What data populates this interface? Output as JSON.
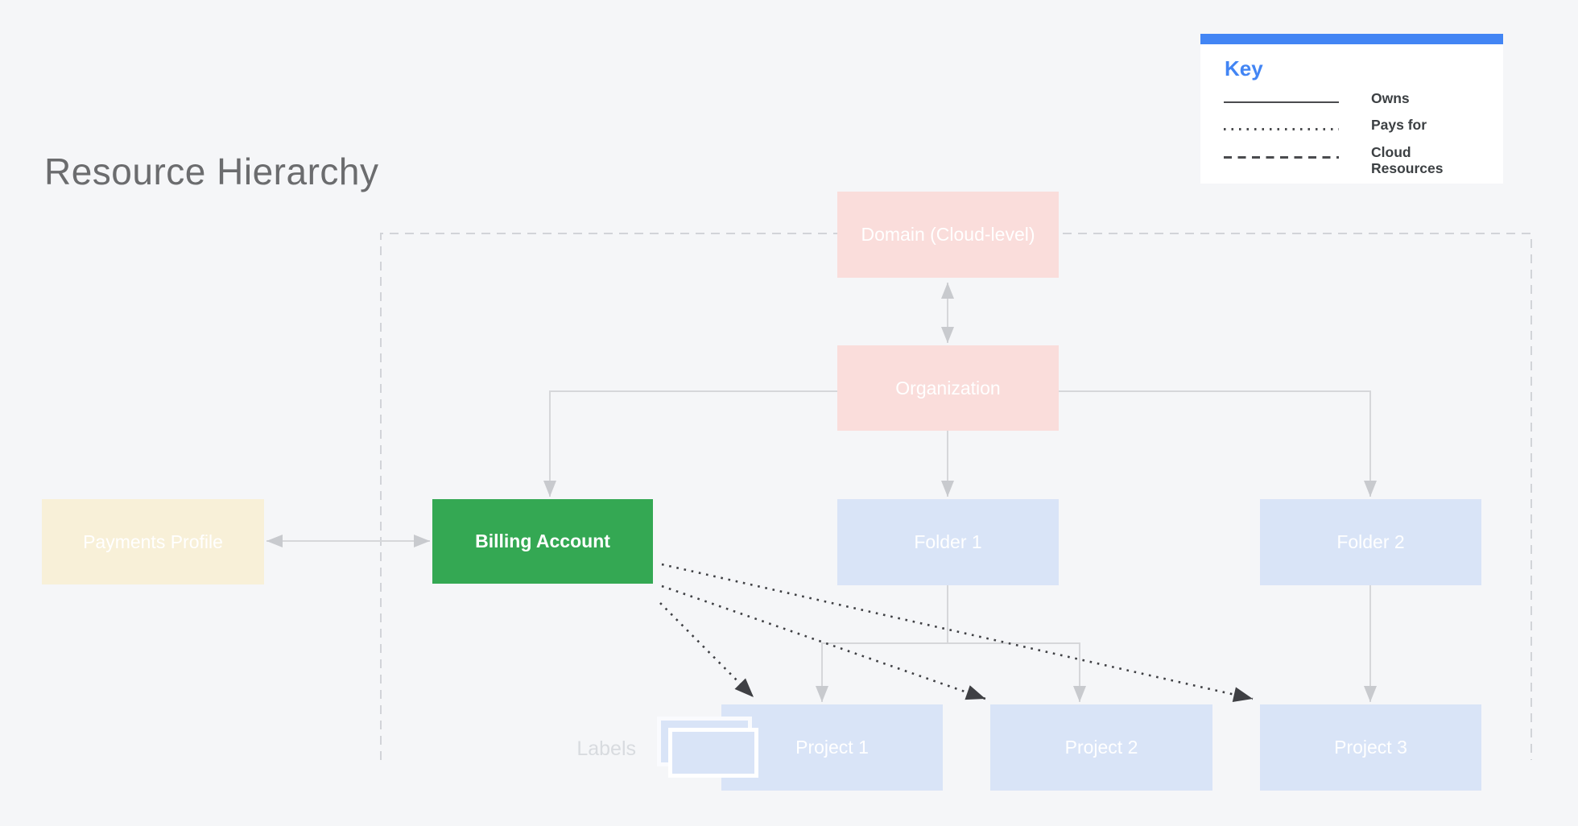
{
  "title": "Resource Hierarchy",
  "key": {
    "heading": "Key",
    "items": [
      {
        "style": "solid",
        "label": "Owns"
      },
      {
        "style": "dotted",
        "label": "Pays for"
      },
      {
        "style": "dashed",
        "label": "Cloud Resources"
      }
    ]
  },
  "nodes": {
    "domain": {
      "label": "Domain (Cloud-level)",
      "color": "#FADDDB"
    },
    "organization": {
      "label": "Organization",
      "color": "#FADDDB"
    },
    "payments_profile": {
      "label": "Payments Profile",
      "color": "#F8F0D8"
    },
    "billing_account": {
      "label": "Billing Account",
      "color": "#34A853"
    },
    "folder_1": {
      "label": "Folder 1",
      "color": "#D9E4F7"
    },
    "folder_2": {
      "label": "Folder 2",
      "color": "#D9E4F7"
    },
    "project_1": {
      "label": "Project 1",
      "color": "#D9E4F7"
    },
    "project_2": {
      "label": "Project 2",
      "color": "#D9E4F7"
    },
    "project_3": {
      "label": "Project 3",
      "color": "#D9E4F7"
    }
  },
  "annotations": {
    "labels": "Labels"
  },
  "edges": {
    "bidirectional": [
      [
        "Domain (Cloud-level)",
        "Organization"
      ],
      [
        "Payments Profile",
        "Billing Account"
      ]
    ],
    "owns": [
      [
        "Organization",
        "Billing Account"
      ],
      [
        "Organization",
        "Folder 1"
      ],
      [
        "Organization",
        "Folder 2"
      ],
      [
        "Folder 1",
        "Project 1"
      ],
      [
        "Folder 1",
        "Project 2"
      ],
      [
        "Folder 2",
        "Project 3"
      ]
    ],
    "pays_for": [
      [
        "Billing Account",
        "Project 1"
      ],
      [
        "Billing Account",
        "Project 2"
      ],
      [
        "Billing Account",
        "Project 3"
      ]
    ],
    "cloud_resources_boundary_contains": [
      "Domain (Cloud-level)",
      "Organization",
      "Billing Account",
      "Folder 1",
      "Folder 2",
      "Project 1",
      "Project 2",
      "Project 3",
      "Labels"
    ]
  },
  "colors": {
    "background": "#F5F6F8",
    "title_text": "#6B6C6E",
    "key_accent_blue": "#4285F4",
    "legend_text": "#3C4043",
    "node_text": "#FFFFFF",
    "gray_connector": "#D6D7DA",
    "gray_arrowhead": "#C8CACE",
    "dashed_boundary": "#D2D4D8",
    "pays_for_line": "#3F4044",
    "labels_text": "#D8DBDF"
  }
}
